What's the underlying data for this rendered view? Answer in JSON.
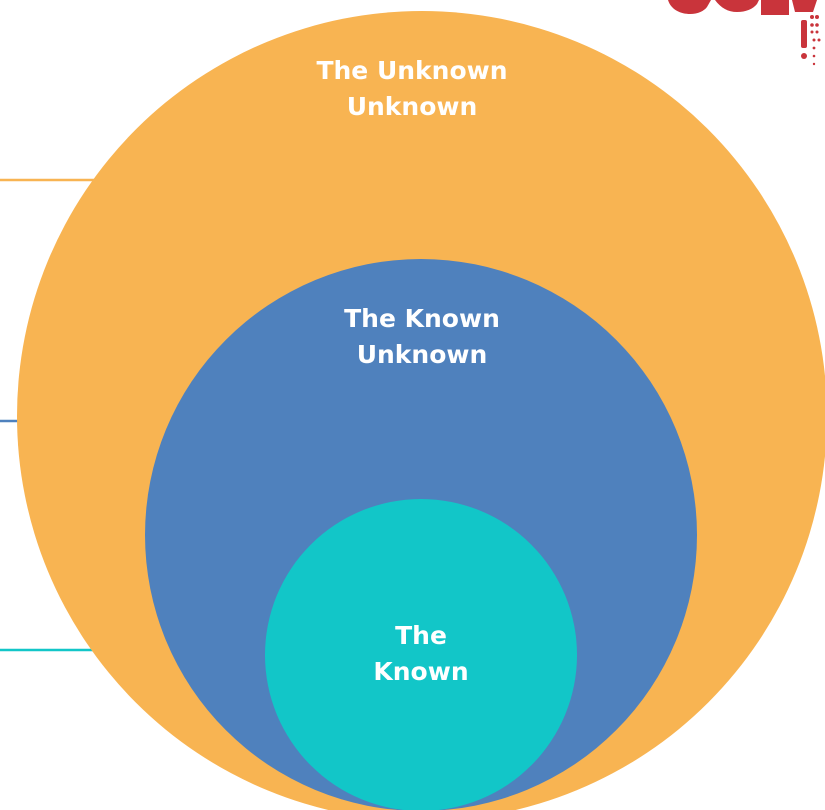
{
  "colors": {
    "outer": "#F8B452",
    "middle": "#4F81BD",
    "inner": "#12C6C8",
    "logo": "#C9343B",
    "text": "#FFFFFF"
  },
  "circles": {
    "outer": {
      "line1": "The Unknown",
      "line2": "Unknown"
    },
    "middle": {
      "line1": "The Known",
      "line2": "Unknown"
    },
    "inner": {
      "line1": "The",
      "line2": "Known"
    }
  },
  "logo_icon": "red-logo-fragment"
}
